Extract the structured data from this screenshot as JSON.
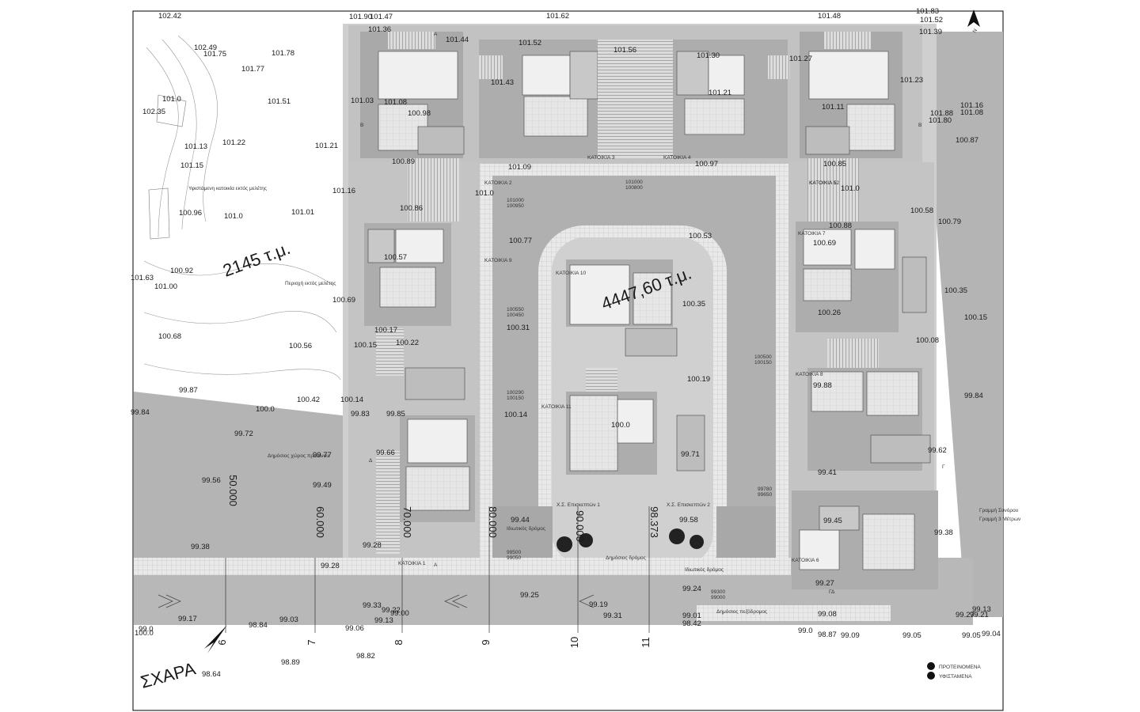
{
  "areas": {
    "site_area": "2145 τ.μ.",
    "plot_area": "4447,60 τ.μ."
  },
  "labels": {
    "existing_house": "Υφιστάμενη κατοικία εκτός μελέτης",
    "outside_area": "Περιοχή εκτός μελέτης",
    "green_space": "Δημόσιος χώρος πρασίνου",
    "private_road_1": "Ιδιωτικός δρόμος",
    "private_road_2": "Ιδιωτικός δρόμος",
    "public_road": "Δημόσιος δρόμος",
    "pedestrian_road": "Δημόσιος πεζόδρομος",
    "visitor_parking_1": "Χ.Σ. Επισκεπτών 1",
    "visitor_parking_2": "Χ.Σ. Επισκεπτών 2",
    "boundary_line": "Γραμμή Συνόρου",
    "setback_line": "Γραμμή 3 Μέτρων",
    "street_name": "ΣΧΑΡΑ",
    "north": "N"
  },
  "houses": [
    "ΚΑΤΟΙΚΙΑ 1",
    "ΚΑΤΟΙΚΙΑ 2",
    "ΚΑΤΟΙΚΙΑ 3",
    "ΚΑΤΟΙΚΙΑ 4",
    "ΚΑΤΟΙΚΙΑ 5",
    "ΚΑΤΟΙΚΙΑ 6",
    "ΚΑΤΟΙΚΙΑ 7",
    "ΚΑΤΟΙΚΙΑ 8",
    "ΚΑΤΟΙΚΙΑ 9",
    "ΚΑΤΟΙΚΙΑ 10",
    "ΚΑΤΟΙΚΙΑ 11",
    "ΚΑΤΟΙΚΙΑ 12"
  ],
  "legend": {
    "proposed": "ΠΡΟΤΕΙΝΟΜΕΝΑ",
    "existing": "ΥΦΙΣΤΑΜΕΝΑ"
  },
  "section_marks": [
    "A",
    "A",
    "B",
    "B",
    "Γ",
    "Γ",
    "Δ",
    "Δ"
  ],
  "grid_numbers": [
    "6",
    "7",
    "8",
    "9",
    "10",
    "11"
  ],
  "dimensions": [
    "50.000",
    "60.000",
    "70.000",
    "80.000",
    "90.000",
    "98.373"
  ],
  "elevations": [
    "102.42",
    "102.49",
    "101.75",
    "101.77",
    "101.78",
    "101.51",
    "102.35",
    "101.0",
    "101.13",
    "101.22",
    "101.15",
    "101.21",
    "101.16",
    "100.96",
    "101.0",
    "101.01",
    "101.63",
    "101.00",
    "100.92",
    "100.69",
    "100.68",
    "100.56",
    "99.87",
    "100.42",
    "100.0",
    "100.14",
    "99.83",
    "99.85",
    "99.84",
    "99.72",
    "99.77",
    "99.49",
    "99.56",
    "99.66",
    "99.38",
    "99.28",
    "99.28",
    "99.17",
    "99.03",
    "99.33",
    "99.22",
    "99.06",
    "99.13",
    "99.00",
    "98.84",
    "99.0",
    "98.89",
    "98.82",
    "98.64",
    "101.90",
    "101.47",
    "101.36",
    "101.44",
    "101.03",
    "101.08",
    "100.98",
    "100.89",
    "100.86",
    "100.57",
    "100.17",
    "100.15",
    "100.22",
    "101.62",
    "101.52",
    "101.43",
    "101.56",
    "101.09",
    "100.77",
    "100.31",
    "100.14",
    "99.44",
    "99.25",
    "99.19",
    "99.31",
    "101.30",
    "101.21",
    "100.97",
    "100.53",
    "100.35",
    "100.19",
    "99.71",
    "99.58",
    "99.24",
    "99.01",
    "98.42",
    "101.48",
    "101.27",
    "101.23",
    "101.11",
    "101.0",
    "100.88",
    "100.85",
    "100.69",
    "100.26",
    "100.08",
    "99.88",
    "99.62",
    "99.41",
    "99.45",
    "99.27",
    "99.08",
    "98.87",
    "99.09",
    "99.05",
    "99.27",
    "99.21",
    "99.13",
    "99.05",
    "99.04",
    "99.38",
    "100.87",
    "100.79",
    "100.35",
    "100.15",
    "99.84",
    "101.16",
    "101.08",
    "101.88",
    "101.80",
    "100.58",
    "101.83",
    "101.52",
    "101.39",
    "99.0",
    "100.0",
    "101.0",
    "100.0"
  ],
  "spot_levels": [
    "101000 100950",
    "101000 100800",
    "100550 100450",
    "100500 100150",
    "100290 100150",
    "99780 99650",
    "99500 99050",
    "99300 99000"
  ]
}
